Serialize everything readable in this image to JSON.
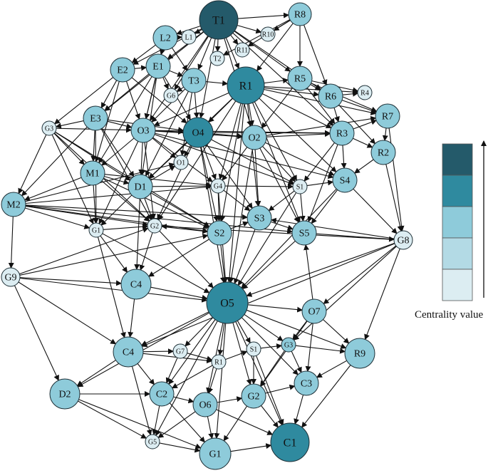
{
  "palette": {
    "level1": "#dcedf2",
    "level2": "#b3dae5",
    "level3": "#8ecbda",
    "level4": "#2f8a9f",
    "level5": "#245a6a",
    "stroke": "#1e2f36",
    "edge": "#111111"
  },
  "nodes": [
    {
      "id": "T1",
      "label": "T1",
      "level": 5
    },
    {
      "id": "R8",
      "label": "R8",
      "level": 3
    },
    {
      "id": "L2",
      "label": "L2",
      "level": 3
    },
    {
      "id": "L1",
      "label": "L1",
      "level": 1
    },
    {
      "id": "R10",
      "label": "R10",
      "level": 1
    },
    {
      "id": "T2",
      "label": "T2",
      "level": 1
    },
    {
      "id": "R11",
      "label": "R11",
      "level": 1
    },
    {
      "id": "E2",
      "label": "E2",
      "level": 3
    },
    {
      "id": "E1",
      "label": "E1",
      "level": 3
    },
    {
      "id": "T3",
      "label": "T3",
      "level": 3
    },
    {
      "id": "R1",
      "label": "R1",
      "level": 4
    },
    {
      "id": "R5",
      "label": "R5",
      "level": 3
    },
    {
      "id": "R6",
      "label": "R6",
      "level": 3
    },
    {
      "id": "R4",
      "label": "R4",
      "level": 1
    },
    {
      "id": "G6",
      "label": "G6",
      "level": 1
    },
    {
      "id": "E3",
      "label": "E3",
      "level": 3
    },
    {
      "id": "G3",
      "label": "G3",
      "level": 1
    },
    {
      "id": "O3",
      "label": "O3",
      "level": 3
    },
    {
      "id": "O4",
      "label": "O4",
      "level": 4
    },
    {
      "id": "O2",
      "label": "O2",
      "level": 3
    },
    {
      "id": "R3",
      "label": "R3",
      "level": 3
    },
    {
      "id": "R7",
      "label": "R7",
      "level": 3
    },
    {
      "id": "R2",
      "label": "R2",
      "level": 3
    },
    {
      "id": "M1",
      "label": "M1",
      "level": 3
    },
    {
      "id": "O1",
      "label": "O1",
      "level": 1
    },
    {
      "id": "D1",
      "label": "D1",
      "level": 3
    },
    {
      "id": "G4",
      "label": "G4",
      "level": 1
    },
    {
      "id": "S1a",
      "label": "S1",
      "level": 1
    },
    {
      "id": "S4",
      "label": "S4",
      "level": 3
    },
    {
      "id": "M2",
      "label": "M2",
      "level": 3
    },
    {
      "id": "G1",
      "label": "G1",
      "level": 1
    },
    {
      "id": "G2a",
      "label": "G2",
      "level": 1
    },
    {
      "id": "S2",
      "label": "S2",
      "level": 3
    },
    {
      "id": "S3",
      "label": "S3",
      "level": 3
    },
    {
      "id": "S5",
      "label": "S5",
      "level": 3
    },
    {
      "id": "G8",
      "label": "G8",
      "level": 1
    },
    {
      "id": "G9",
      "label": "G9",
      "level": 1
    },
    {
      "id": "C4a",
      "label": "C4",
      "level": 3
    },
    {
      "id": "O5",
      "label": "O5",
      "level": 4
    },
    {
      "id": "O7",
      "label": "O7",
      "level": 3
    },
    {
      "id": "C4b",
      "label": "C4",
      "level": 3
    },
    {
      "id": "G7",
      "label": "G7",
      "level": 1
    },
    {
      "id": "R1b",
      "label": "R1",
      "level": 1
    },
    {
      "id": "S1b",
      "label": "S1",
      "level": 1
    },
    {
      "id": "G3b",
      "label": "G3",
      "level": 3
    },
    {
      "id": "R9",
      "label": "R9",
      "level": 3
    },
    {
      "id": "D2",
      "label": "D2",
      "level": 3
    },
    {
      "id": "C2",
      "label": "C2",
      "level": 3
    },
    {
      "id": "O6",
      "label": "O6",
      "level": 3
    },
    {
      "id": "G2b",
      "label": "G2",
      "level": 3
    },
    {
      "id": "C3",
      "label": "C3",
      "level": 3
    },
    {
      "id": "G5",
      "label": "G5",
      "level": 1
    },
    {
      "id": "G1b",
      "label": "G1",
      "level": 3
    },
    {
      "id": "C1",
      "label": "C1",
      "level": 4
    }
  ],
  "edges": [
    [
      "T1",
      "R8"
    ],
    [
      "T1",
      "L2"
    ],
    [
      "T1",
      "E2"
    ],
    [
      "T1",
      "E1"
    ],
    [
      "T1",
      "T3"
    ],
    [
      "T1",
      "R1"
    ],
    [
      "T1",
      "R5"
    ],
    [
      "T1",
      "R6"
    ],
    [
      "T1",
      "O3"
    ],
    [
      "T1",
      "O4"
    ],
    [
      "T1",
      "E3"
    ],
    [
      "T1",
      "R10"
    ],
    [
      "T1",
      "R11"
    ],
    [
      "T1",
      "L1"
    ],
    [
      "T1",
      "T2"
    ],
    [
      "T1",
      "O2"
    ],
    [
      "T1",
      "R3"
    ],
    [
      "T1",
      "G6"
    ],
    [
      "R8",
      "R10"
    ],
    [
      "R8",
      "R5"
    ],
    [
      "R8",
      "R6"
    ],
    [
      "R8",
      "R1"
    ],
    [
      "R8",
      "R11"
    ],
    [
      "R8",
      "T2"
    ],
    [
      "L2",
      "L1"
    ],
    [
      "L2",
      "E2"
    ],
    [
      "L2",
      "E1"
    ],
    [
      "L2",
      "O3"
    ],
    [
      "L2",
      "T3"
    ],
    [
      "E2",
      "E1"
    ],
    [
      "E2",
      "E3"
    ],
    [
      "E2",
      "G3"
    ],
    [
      "E2",
      "O3"
    ],
    [
      "E2",
      "M1"
    ],
    [
      "E2",
      "O4"
    ],
    [
      "E1",
      "E3"
    ],
    [
      "E1",
      "O3"
    ],
    [
      "E1",
      "O4"
    ],
    [
      "E1",
      "T3"
    ],
    [
      "E1",
      "G6"
    ],
    [
      "E1",
      "D1"
    ],
    [
      "E1",
      "M1"
    ],
    [
      "T3",
      "O3"
    ],
    [
      "T3",
      "O4"
    ],
    [
      "T3",
      "R1"
    ],
    [
      "T3",
      "G6"
    ],
    [
      "T3",
      "O1"
    ],
    [
      "T3",
      "D1"
    ],
    [
      "R1",
      "R5"
    ],
    [
      "R1",
      "R6"
    ],
    [
      "R1",
      "R4"
    ],
    [
      "R1",
      "O4"
    ],
    [
      "R1",
      "O2"
    ],
    [
      "R1",
      "R3"
    ],
    [
      "R1",
      "R7"
    ],
    [
      "R1",
      "S4"
    ],
    [
      "R1",
      "S5"
    ],
    [
      "R1",
      "S1a"
    ],
    [
      "R1",
      "G4"
    ],
    [
      "R1",
      "S3"
    ],
    [
      "R1",
      "O3"
    ],
    [
      "R1",
      "D1"
    ],
    [
      "R1",
      "S2"
    ],
    [
      "R1",
      "G2a"
    ],
    [
      "R1",
      "O5"
    ],
    [
      "R5",
      "R6"
    ],
    [
      "R5",
      "R7"
    ],
    [
      "R5",
      "R3"
    ],
    [
      "R5",
      "O2"
    ],
    [
      "R5",
      "R4"
    ],
    [
      "R6",
      "R7"
    ],
    [
      "R6",
      "R4"
    ],
    [
      "R6",
      "R3"
    ],
    [
      "R6",
      "R2"
    ],
    [
      "E3",
      "G3"
    ],
    [
      "E3",
      "O3"
    ],
    [
      "E3",
      "M1"
    ],
    [
      "E3",
      "D1"
    ],
    [
      "E3",
      "M2"
    ],
    [
      "E3",
      "G1"
    ],
    [
      "E3",
      "G2a"
    ],
    [
      "E3",
      "O4"
    ],
    [
      "G3",
      "M1"
    ],
    [
      "G3",
      "M2"
    ],
    [
      "G3",
      "O3"
    ],
    [
      "G3",
      "G1"
    ],
    [
      "G3",
      "D1"
    ],
    [
      "G3",
      "G2a"
    ],
    [
      "G3",
      "S2"
    ],
    [
      "O3",
      "O4"
    ],
    [
      "O3",
      "M1"
    ],
    [
      "O3",
      "D1"
    ],
    [
      "O3",
      "O1"
    ],
    [
      "O3",
      "G4"
    ],
    [
      "O3",
      "O2"
    ],
    [
      "O3",
      "G1"
    ],
    [
      "O3",
      "G2a"
    ],
    [
      "O3",
      "S1a"
    ],
    [
      "O3",
      "S4"
    ],
    [
      "O3",
      "R3"
    ],
    [
      "O4",
      "O2"
    ],
    [
      "O4",
      "O1"
    ],
    [
      "O4",
      "D1"
    ],
    [
      "O4",
      "G4"
    ],
    [
      "O4",
      "S3"
    ],
    [
      "O4",
      "S2"
    ],
    [
      "O4",
      "G2a"
    ],
    [
      "O4",
      "S1a"
    ],
    [
      "O4",
      "R3"
    ],
    [
      "O4",
      "O5"
    ],
    [
      "O2",
      "R3"
    ],
    [
      "O2",
      "S1a"
    ],
    [
      "O2",
      "S4"
    ],
    [
      "O2",
      "S3"
    ],
    [
      "O2",
      "G4"
    ],
    [
      "O2",
      "S5"
    ],
    [
      "O2",
      "O5"
    ],
    [
      "O2",
      "R7"
    ],
    [
      "R3",
      "R7"
    ],
    [
      "R3",
      "R2"
    ],
    [
      "R3",
      "S4"
    ],
    [
      "R3",
      "S1a"
    ],
    [
      "R3",
      "S5"
    ],
    [
      "R7",
      "R2"
    ],
    [
      "R7",
      "G8"
    ],
    [
      "R2",
      "G8"
    ],
    [
      "R2",
      "S4"
    ],
    [
      "M1",
      "M2"
    ],
    [
      "M1",
      "D1"
    ],
    [
      "M1",
      "G1"
    ],
    [
      "M1",
      "G2a"
    ],
    [
      "M1",
      "S2"
    ],
    [
      "M1",
      "G4"
    ],
    [
      "D1",
      "G4"
    ],
    [
      "D1",
      "G2a"
    ],
    [
      "D1",
      "S2"
    ],
    [
      "D1",
      "G1"
    ],
    [
      "D1",
      "C4a"
    ],
    [
      "D1",
      "O1"
    ],
    [
      "G4",
      "S1a"
    ],
    [
      "G4",
      "S2"
    ],
    [
      "G4",
      "S3"
    ],
    [
      "G4",
      "O5"
    ],
    [
      "S1a",
      "S4"
    ],
    [
      "S1a",
      "S3"
    ],
    [
      "S1a",
      "S5"
    ],
    [
      "S1a",
      "O5"
    ],
    [
      "S4",
      "G8"
    ],
    [
      "S4",
      "S5"
    ],
    [
      "S4",
      "O5"
    ],
    [
      "M2",
      "G9"
    ],
    [
      "M2",
      "G1"
    ],
    [
      "M2",
      "G2a"
    ],
    [
      "M2",
      "S2"
    ],
    [
      "M2",
      "S3"
    ],
    [
      "M2",
      "S5"
    ],
    [
      "M2",
      "O1"
    ],
    [
      "M2",
      "G4"
    ],
    [
      "G1",
      "G2a"
    ],
    [
      "G1",
      "C4a"
    ],
    [
      "G1",
      "O5"
    ],
    [
      "G1",
      "C4b"
    ],
    [
      "G2a",
      "S2"
    ],
    [
      "G2a",
      "C4a"
    ],
    [
      "G2a",
      "O5"
    ],
    [
      "S2",
      "S3"
    ],
    [
      "S2",
      "O5"
    ],
    [
      "S2",
      "C4a"
    ],
    [
      "S3",
      "S5"
    ],
    [
      "S3",
      "O5"
    ],
    [
      "S5",
      "G8"
    ],
    [
      "S5",
      "O5"
    ],
    [
      "G8",
      "O5"
    ],
    [
      "G8",
      "O7"
    ],
    [
      "G8",
      "R9"
    ],
    [
      "G8",
      "G2a"
    ],
    [
      "G8",
      "S3"
    ],
    [
      "G8",
      "G3b"
    ],
    [
      "G8",
      "C4b"
    ],
    [
      "G9",
      "C4a"
    ],
    [
      "G9",
      "O5"
    ],
    [
      "G9",
      "D2"
    ],
    [
      "G9",
      "S2"
    ],
    [
      "G9",
      "G2a"
    ],
    [
      "G9",
      "C4b"
    ],
    [
      "C4a",
      "O5"
    ],
    [
      "C4a",
      "C4b"
    ],
    [
      "O5",
      "O7"
    ],
    [
      "O5",
      "C4b"
    ],
    [
      "O5",
      "G7"
    ],
    [
      "O5",
      "R1b"
    ],
    [
      "O5",
      "S1b"
    ],
    [
      "O5",
      "G3b"
    ],
    [
      "O5",
      "R9"
    ],
    [
      "O5",
      "C2"
    ],
    [
      "O5",
      "O6"
    ],
    [
      "O5",
      "G2b"
    ],
    [
      "O5",
      "C3"
    ],
    [
      "O5",
      "G5"
    ],
    [
      "O5",
      "G1b"
    ],
    [
      "O5",
      "C1"
    ],
    [
      "O5",
      "D2"
    ],
    [
      "O7",
      "R9"
    ],
    [
      "O7",
      "G3b"
    ],
    [
      "O7",
      "C3"
    ],
    [
      "O7",
      "G2b"
    ],
    [
      "O7",
      "S5"
    ],
    [
      "C4b",
      "G7"
    ],
    [
      "C4b",
      "D2"
    ],
    [
      "C4b",
      "C2"
    ],
    [
      "C4b",
      "G5"
    ],
    [
      "C4b",
      "R1b"
    ],
    [
      "G7",
      "R1b"
    ],
    [
      "G7",
      "C2"
    ],
    [
      "R1b",
      "S1b"
    ],
    [
      "R1b",
      "O6"
    ],
    [
      "R1b",
      "C2"
    ],
    [
      "S1b",
      "G3b"
    ],
    [
      "S1b",
      "G2b"
    ],
    [
      "S1b",
      "C1"
    ],
    [
      "G3b",
      "R9"
    ],
    [
      "G3b",
      "C3"
    ],
    [
      "G3b",
      "G2b"
    ],
    [
      "R9",
      "C3"
    ],
    [
      "R9",
      "C1"
    ],
    [
      "D2",
      "C2"
    ],
    [
      "D2",
      "G5"
    ],
    [
      "D2",
      "G1b"
    ],
    [
      "C2",
      "O6"
    ],
    [
      "C2",
      "G5"
    ],
    [
      "C2",
      "G1b"
    ],
    [
      "O6",
      "G2b"
    ],
    [
      "O6",
      "G1b"
    ],
    [
      "O6",
      "C1"
    ],
    [
      "O6",
      "G5"
    ],
    [
      "G2b",
      "C3"
    ],
    [
      "G2b",
      "C1"
    ],
    [
      "G2b",
      "G1b"
    ],
    [
      "C3",
      "C1"
    ],
    [
      "G5",
      "G1b"
    ],
    [
      "G1b",
      "C1"
    ]
  ],
  "legend": {
    "caption": "Centrality value",
    "levels": [
      "level5",
      "level4",
      "level3",
      "level2",
      "level1"
    ]
  }
}
